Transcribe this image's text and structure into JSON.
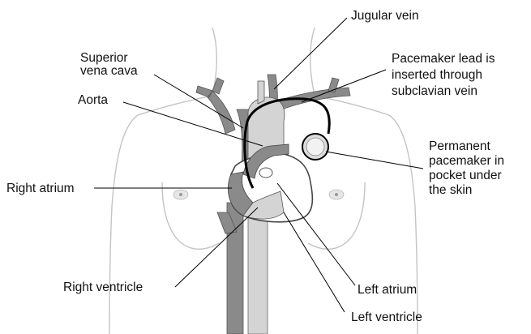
{
  "labels": {
    "jugular_vein": "Jugular vein",
    "superior_vena_cava": [
      "Superior",
      "vena cava"
    ],
    "pacemaker_lead": [
      "Pacemaker lead is",
      "inserted through",
      "subclavian vein"
    ],
    "aorta": "Aorta",
    "permanent_pacemaker": [
      "Permanent",
      "pacemaker in",
      "pocket under",
      "the skin"
    ],
    "right_atrium": "Right atrium",
    "right_ventricle": "Right ventricle",
    "left_atrium": "Left atrium",
    "left_ventricle": "Left ventricle"
  },
  "colors": {
    "outline": "#c4c4c4",
    "vein_dark": "#8a8a8a",
    "vessel_light": "#d4d4d4",
    "heart_fill": "#ffffff",
    "lead_wire": "#000000"
  }
}
